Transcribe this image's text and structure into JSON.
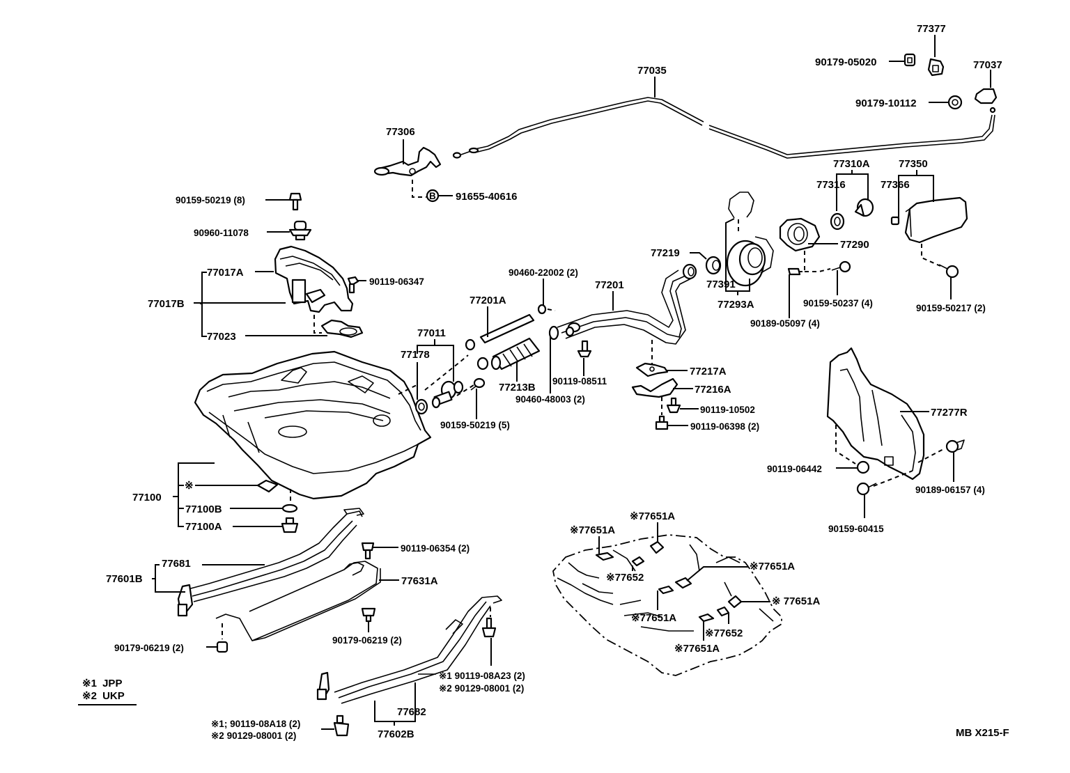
{
  "diagram": {
    "title_code": "MB X215-F",
    "legend": {
      "items": [
        {
          "mark": "※1",
          "label": "JPP"
        },
        {
          "mark": "※2",
          "label": "UKP"
        }
      ]
    },
    "labels": {
      "p77377": "77377",
      "p90179_05020": "90179-05020",
      "p77037": "77037",
      "p90179_10112": "90179-10112",
      "p77035": "77035",
      "p77306": "77306",
      "p91655_40616": "91655-40616",
      "p90159_50219_8": "90159-50219 (8)",
      "p90960_11078": "90960-11078",
      "p77017A": "77017A",
      "p90119_06347": "90119-06347",
      "p77017B": "77017B",
      "p77023": "77023",
      "p90460_22002": "90460-22002 (2)",
      "p77201A": "77201A",
      "p77201": "77201",
      "p77011": "77011",
      "p77178": "77178",
      "p77213B": "77213B",
      "p90119_08511": "90119-08511",
      "p90460_48003": "90460-48003 (2)",
      "p90159_50219_5": "90159-50219 (5)",
      "p77310A": "77310A",
      "p77350": "77350",
      "p77316": "77316",
      "p77366": "77366",
      "p77219": "77219",
      "p77290": "77290",
      "p77391": "77391",
      "p77293A": "77293A",
      "p90159_50237": "90159-50237 (4)",
      "p90189_05097": "90189-05097 (4)",
      "p90159_50217": "90159-50217 (2)",
      "p77217A": "77217A",
      "p77216A": "77216A",
      "p90119_10502": "90119-10502",
      "p90119_06398": "90119-06398 (2)",
      "p77277R": "77277R",
      "p90119_06442": "90119-06442",
      "p90189_06157": "90189-06157 (4)",
      "p90159_60415": "90159-60415",
      "p77100": "77100",
      "p77100_mark": "※",
      "p77100B": "77100B",
      "p77100A": "77100A",
      "p90119_06354": "90119-06354 (2)",
      "p77681": "77681",
      "p77601B": "77601B",
      "p77631A": "77631A",
      "p90179_06219_a": "90179-06219 (2)",
      "p90179_06219_b": "90179-06219 (2)",
      "p90119_08A23": "※1 90119-08A23 (2)",
      "p90129_08001_a": "※2 90129-08001 (2)",
      "p77682": "77682",
      "p77602B": "77602B",
      "p90119_08A18": "※1; 90119-08A18 (2)",
      "p90129_08001_b": "※2 90129-08001 (2)",
      "p77651A_1": "※77651A",
      "p77651A_2": "※77651A",
      "p77651A_3": "※77651A",
      "p77651A_4": "※ 77651A",
      "p77651A_5": "※77651A",
      "p77651A_6": "※77651A",
      "p77652_1": "※77652",
      "p77652_2": "※77652"
    }
  }
}
